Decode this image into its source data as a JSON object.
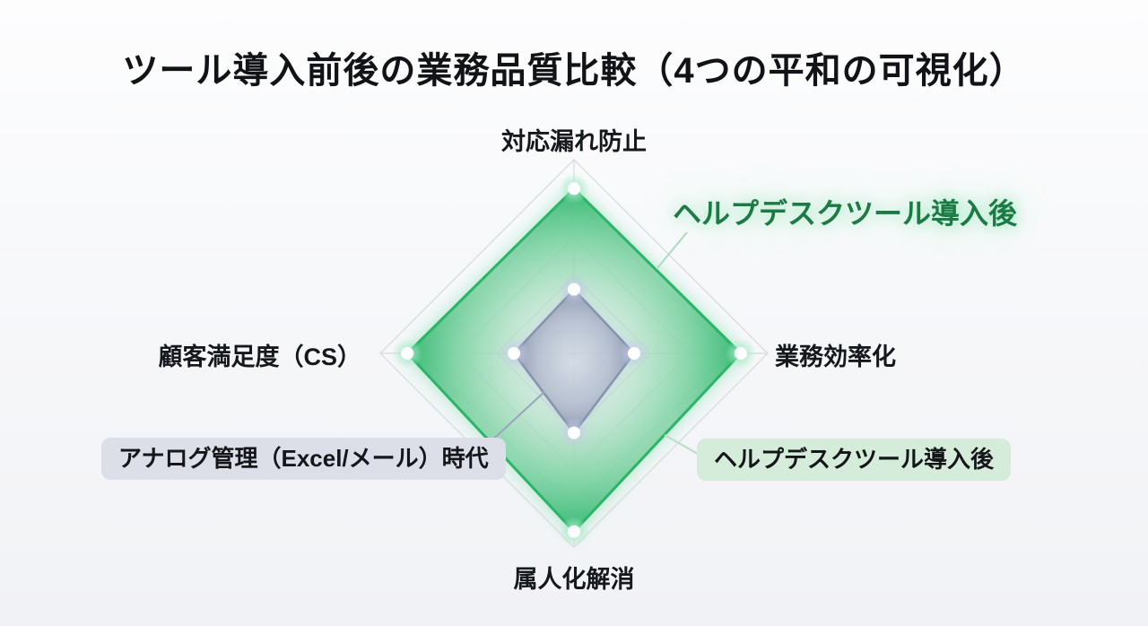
{
  "title": "ツール導入前後の業務品質比較（4つの平和の可視化）",
  "chart_data": {
    "type": "radar",
    "title": "ツール導入前後の業務品質比較（4つの平和の可視化）",
    "axes": [
      "対応漏れ防止",
      "業務効率化",
      "属人化解消",
      "顧客満足度（CS）"
    ],
    "scale_max": 100,
    "grid_rings": [
      20,
      40,
      60,
      80,
      100
    ],
    "grid_on": true,
    "legend_position": "callouts-on-chart",
    "series": [
      {
        "name": "ヘルプデスクツール導入後",
        "values": [
          85,
          86,
          92,
          86
        ],
        "color": "#2cb566"
      },
      {
        "name": "アナログ管理（Excel/メール）時代",
        "values": [
          33,
          31,
          41,
          31
        ],
        "color": "#8792ad"
      }
    ]
  },
  "annotations": {
    "after_callout": "ヘルプデスクツール導入後",
    "before_badge": "アナログ管理（Excel/メール）時代",
    "after_badge": "ヘルプデスクツール導入後"
  },
  "colors": {
    "after_stroke": "#2cb566",
    "after_glow": "#86e2b2",
    "before_stroke": "#8792ad",
    "before_glow": "#c6cde8",
    "callout_text": "#1c7a45",
    "badge_before_bg": "#dcdfe8",
    "badge_after_bg": "#d5ecdb",
    "grid_line": "#d8d9de",
    "title_text": "#121316"
  }
}
